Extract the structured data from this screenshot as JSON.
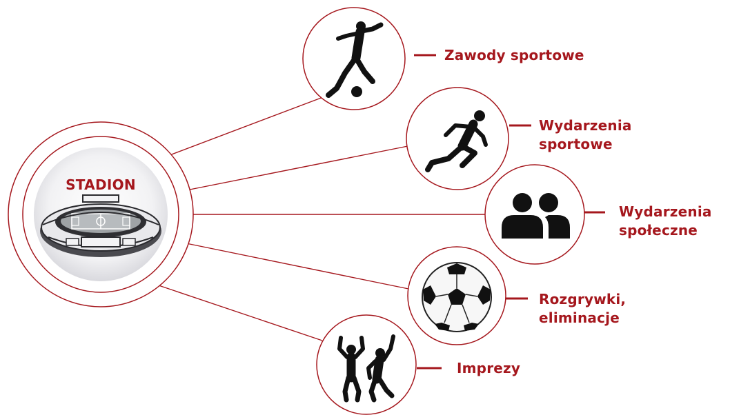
{
  "hub": {
    "title": "STADION",
    "icon": "stadium-icon"
  },
  "accent_color": "#a5171d",
  "events": [
    {
      "icon": "football-player-kicking-icon",
      "lines": [
        "Zawody sportowe"
      ]
    },
    {
      "icon": "sprinter-running-icon",
      "lines": [
        "Wydarzenia",
        "sportowe"
      ]
    },
    {
      "icon": "group-of-people-icon",
      "lines": [
        "Wydarzenia",
        "społeczne"
      ]
    },
    {
      "icon": "soccer-ball-icon",
      "lines": [
        "Rozgrywki,",
        "eliminacje"
      ]
    },
    {
      "icon": "dancing-people-icon",
      "lines": [
        "Imprezy"
      ]
    }
  ]
}
